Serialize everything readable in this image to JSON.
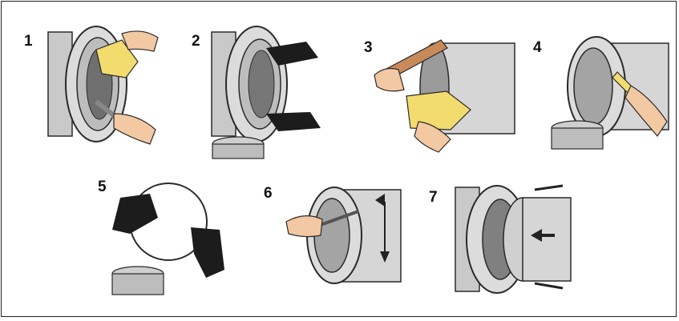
{
  "steps": [
    {
      "label": "1"
    },
    {
      "label": "2"
    },
    {
      "label": "3"
    },
    {
      "label": "4"
    },
    {
      "label": "5"
    },
    {
      "label": "6"
    },
    {
      "label": "7"
    }
  ],
  "colors": {
    "pipe": "#d6d6d6",
    "pipe_shade": "#a9a9a9",
    "outline": "#2a2a2a",
    "skin": "#f3c9a3",
    "cloth": "#f2dc6e",
    "glove": "#1c1c1c",
    "brush": "#c98a5a",
    "arrow": "#222222"
  }
}
